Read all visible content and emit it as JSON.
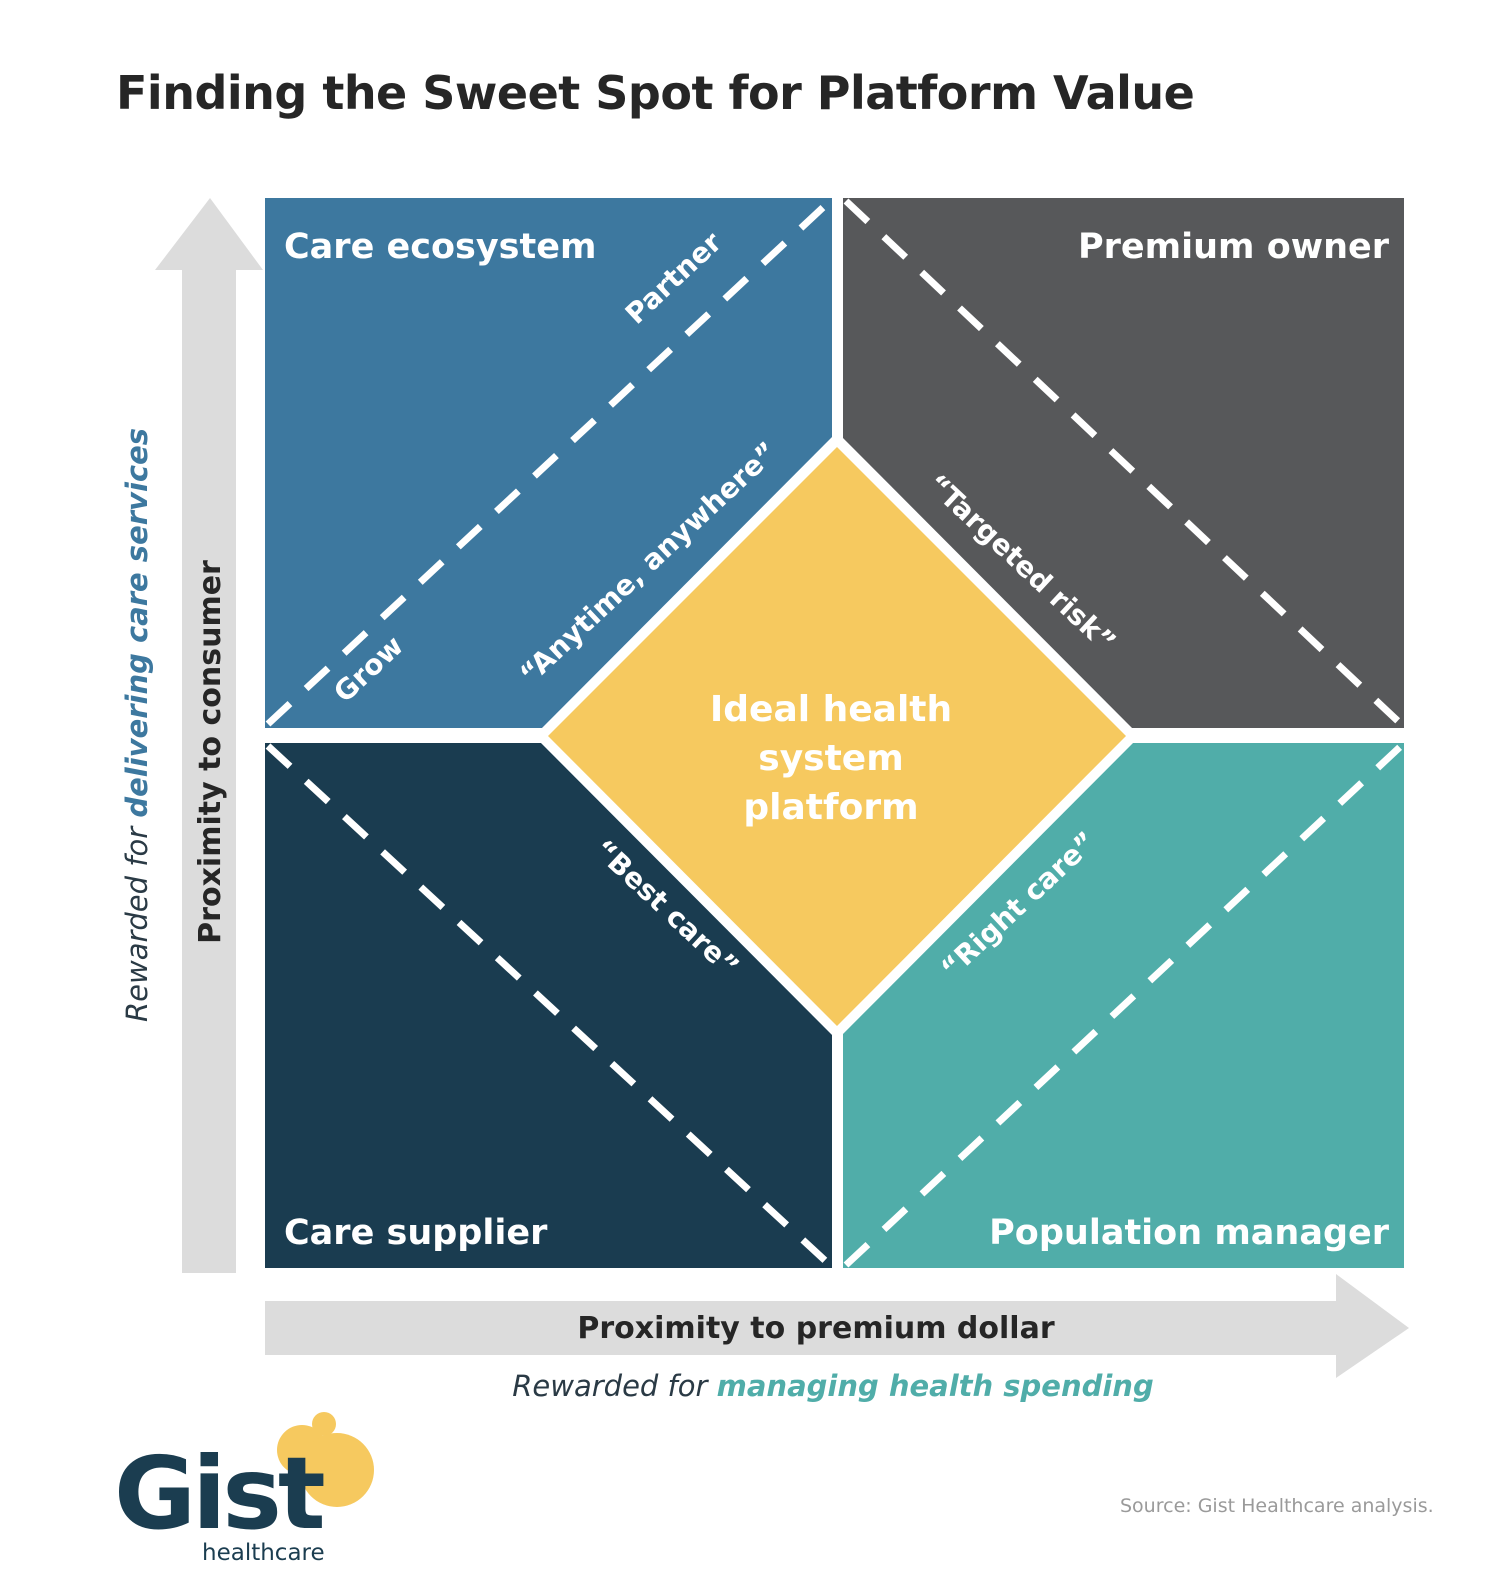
{
  "title": "Finding the Sweet Spot for Platform Value",
  "colors": {
    "care_ecosystem": "#3d789f",
    "premium_owner": "#57585a",
    "care_supplier": "#1a3c50",
    "population_manager": "#50ada9",
    "center": "#f6c95f",
    "arrow": "#dcdcdc",
    "accent_blue": "#3d789f",
    "accent_teal": "#50ada9"
  },
  "quadrants": {
    "top_left": "Care ecosystem",
    "top_right": "Premium owner",
    "bottom_left": "Care supplier",
    "bottom_right": "Population manager"
  },
  "diagonal_labels": {
    "partner": "Partner",
    "grow": "Grow",
    "anytime": "“Anytime, anywhere”",
    "targeted_risk": "“Targeted risk”",
    "best_care": "“Best care”",
    "right_care": "“Right care”"
  },
  "center": {
    "line1": "Ideal health",
    "line2": "system",
    "line3": "platform"
  },
  "y_axis": {
    "label": "Proximity to consumer",
    "reward_prefix": "Rewarded for ",
    "reward_emphasis": "delivering care services"
  },
  "x_axis": {
    "label": "Proximity to premium dollar",
    "reward_prefix": "Rewarded for ",
    "reward_emphasis": "managing health spending"
  },
  "logo": {
    "name": "Gist",
    "sub": "healthcare"
  },
  "source": "Source: Gist Healthcare analysis."
}
